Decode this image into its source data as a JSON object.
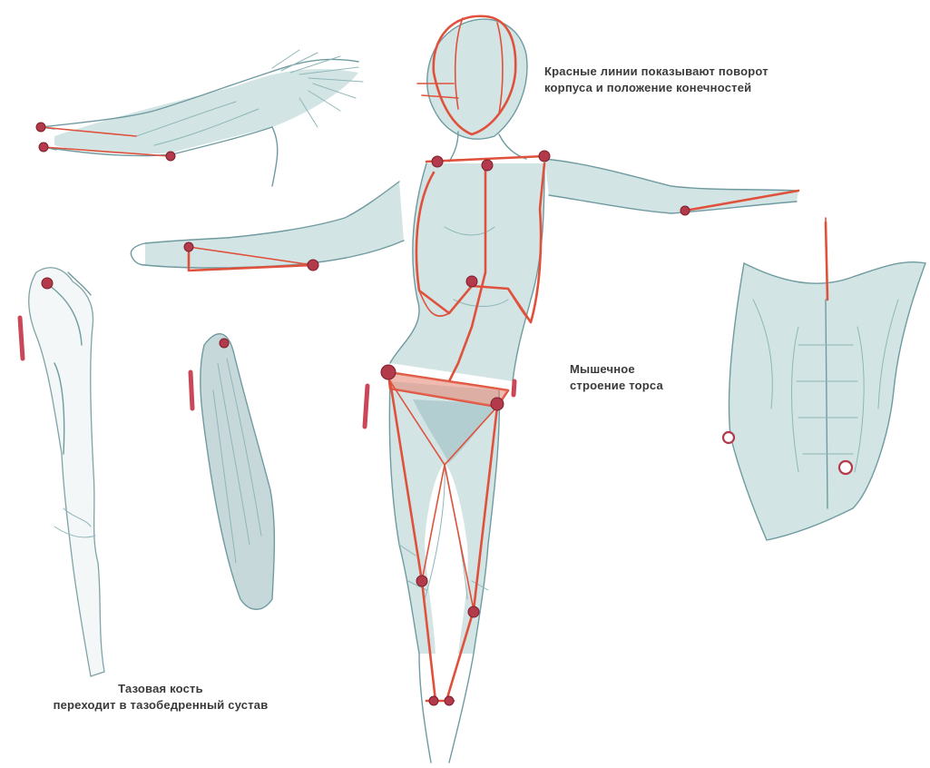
{
  "captions": {
    "red_lines": {
      "line1": "Красные линии показывают поворот",
      "line2": "корпуса и положение конечностей"
    },
    "torso": {
      "line1": "Мышечное",
      "line2": "строение торса"
    },
    "pelvis": {
      "line1": "Тазовая кость",
      "line2": "переходит в тазобедренный сустав"
    }
  },
  "colors": {
    "construction_lines": "#e0513c",
    "joint_markers": "#b23a4a",
    "sketch": "#6f9ba0",
    "caption_text": "#3a3a3a",
    "background": "#ffffff"
  }
}
